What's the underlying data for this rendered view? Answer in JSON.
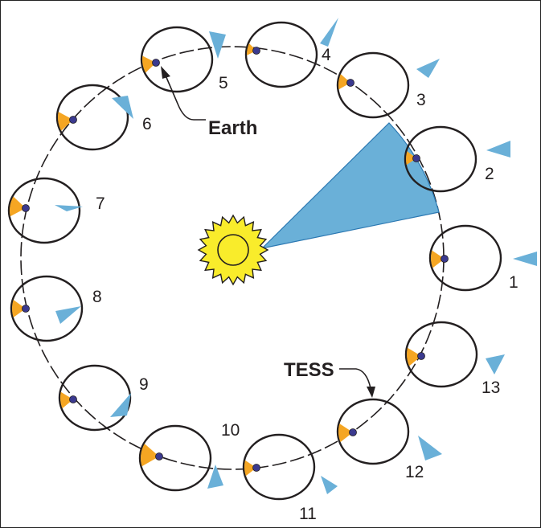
{
  "colors": {
    "sector": "#6ab0d8",
    "sector_stroke": "#2b78b2",
    "sun_fill": "#f9ec2b",
    "orange": "#f5a623",
    "planet": "#3b3a8f",
    "line": "#231f20",
    "background": "#ffffff"
  },
  "icons": {
    "sun": "sun-icon",
    "earth": "earth-dot-icon",
    "pointer": "camera-pointer-icon"
  },
  "labels": {
    "earth": "Earth",
    "tess": "TESS"
  },
  "positions": [
    {
      "label": "1"
    },
    {
      "label": "2"
    },
    {
      "label": "3"
    },
    {
      "label": "4"
    },
    {
      "label": "5"
    },
    {
      "label": "6"
    },
    {
      "label": "7"
    },
    {
      "label": "8"
    },
    {
      "label": "9"
    },
    {
      "label": "10"
    },
    {
      "label": "11"
    },
    {
      "label": "12"
    },
    {
      "label": "13"
    }
  ]
}
